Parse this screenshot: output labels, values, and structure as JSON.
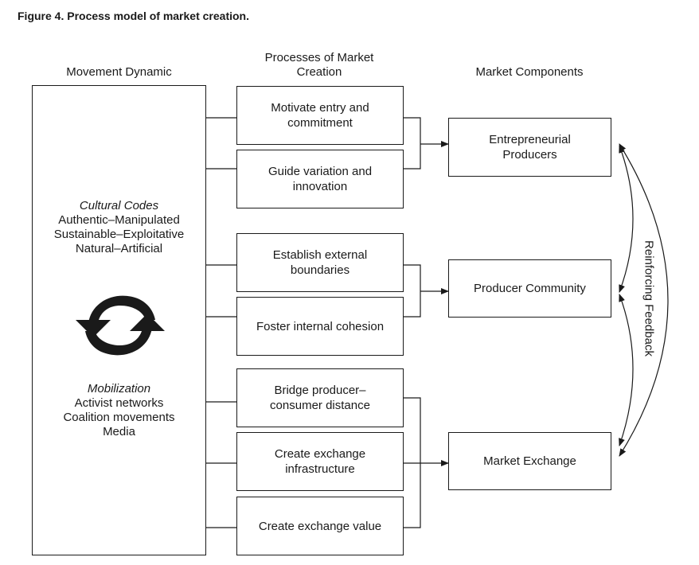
{
  "figure_title": "Figure 4. Process model of market creation.",
  "headers": {
    "movement": "Movement Dynamic",
    "processes_line1": "Processes of Market",
    "processes_line2": "Creation",
    "components": "Market Components"
  },
  "movement": {
    "cultural_codes_title": "Cultural Codes",
    "cultural_codes": [
      "Authentic–Manipulated",
      "Sustainable–Exploitative",
      "Natural–Artificial"
    ],
    "cycle_icon": "cycle-arrows-icon",
    "mobilization_title": "Mobilization",
    "mobilization": [
      "Activist networks",
      "Coalition movements",
      "Media"
    ]
  },
  "processes": [
    {
      "line1": "Motivate entry and",
      "line2": "commitment"
    },
    {
      "line1": "Guide variation and",
      "line2": "innovation"
    },
    {
      "line1": "Establish external",
      "line2": "boundaries"
    },
    {
      "line1": "Foster internal cohesion",
      "line2": ""
    },
    {
      "line1": "Bridge producer–",
      "line2": "consumer distance"
    },
    {
      "line1": "Create exchange",
      "line2": "infrastructure"
    },
    {
      "line1": "Create exchange value",
      "line2": ""
    }
  ],
  "components": [
    {
      "line1": "Entrepreneurial",
      "line2": "Producers"
    },
    {
      "line1": "Producer Community",
      "line2": ""
    },
    {
      "line1": "Market Exchange",
      "line2": ""
    }
  ],
  "feedback_label": "Reinforcing Feedback"
}
